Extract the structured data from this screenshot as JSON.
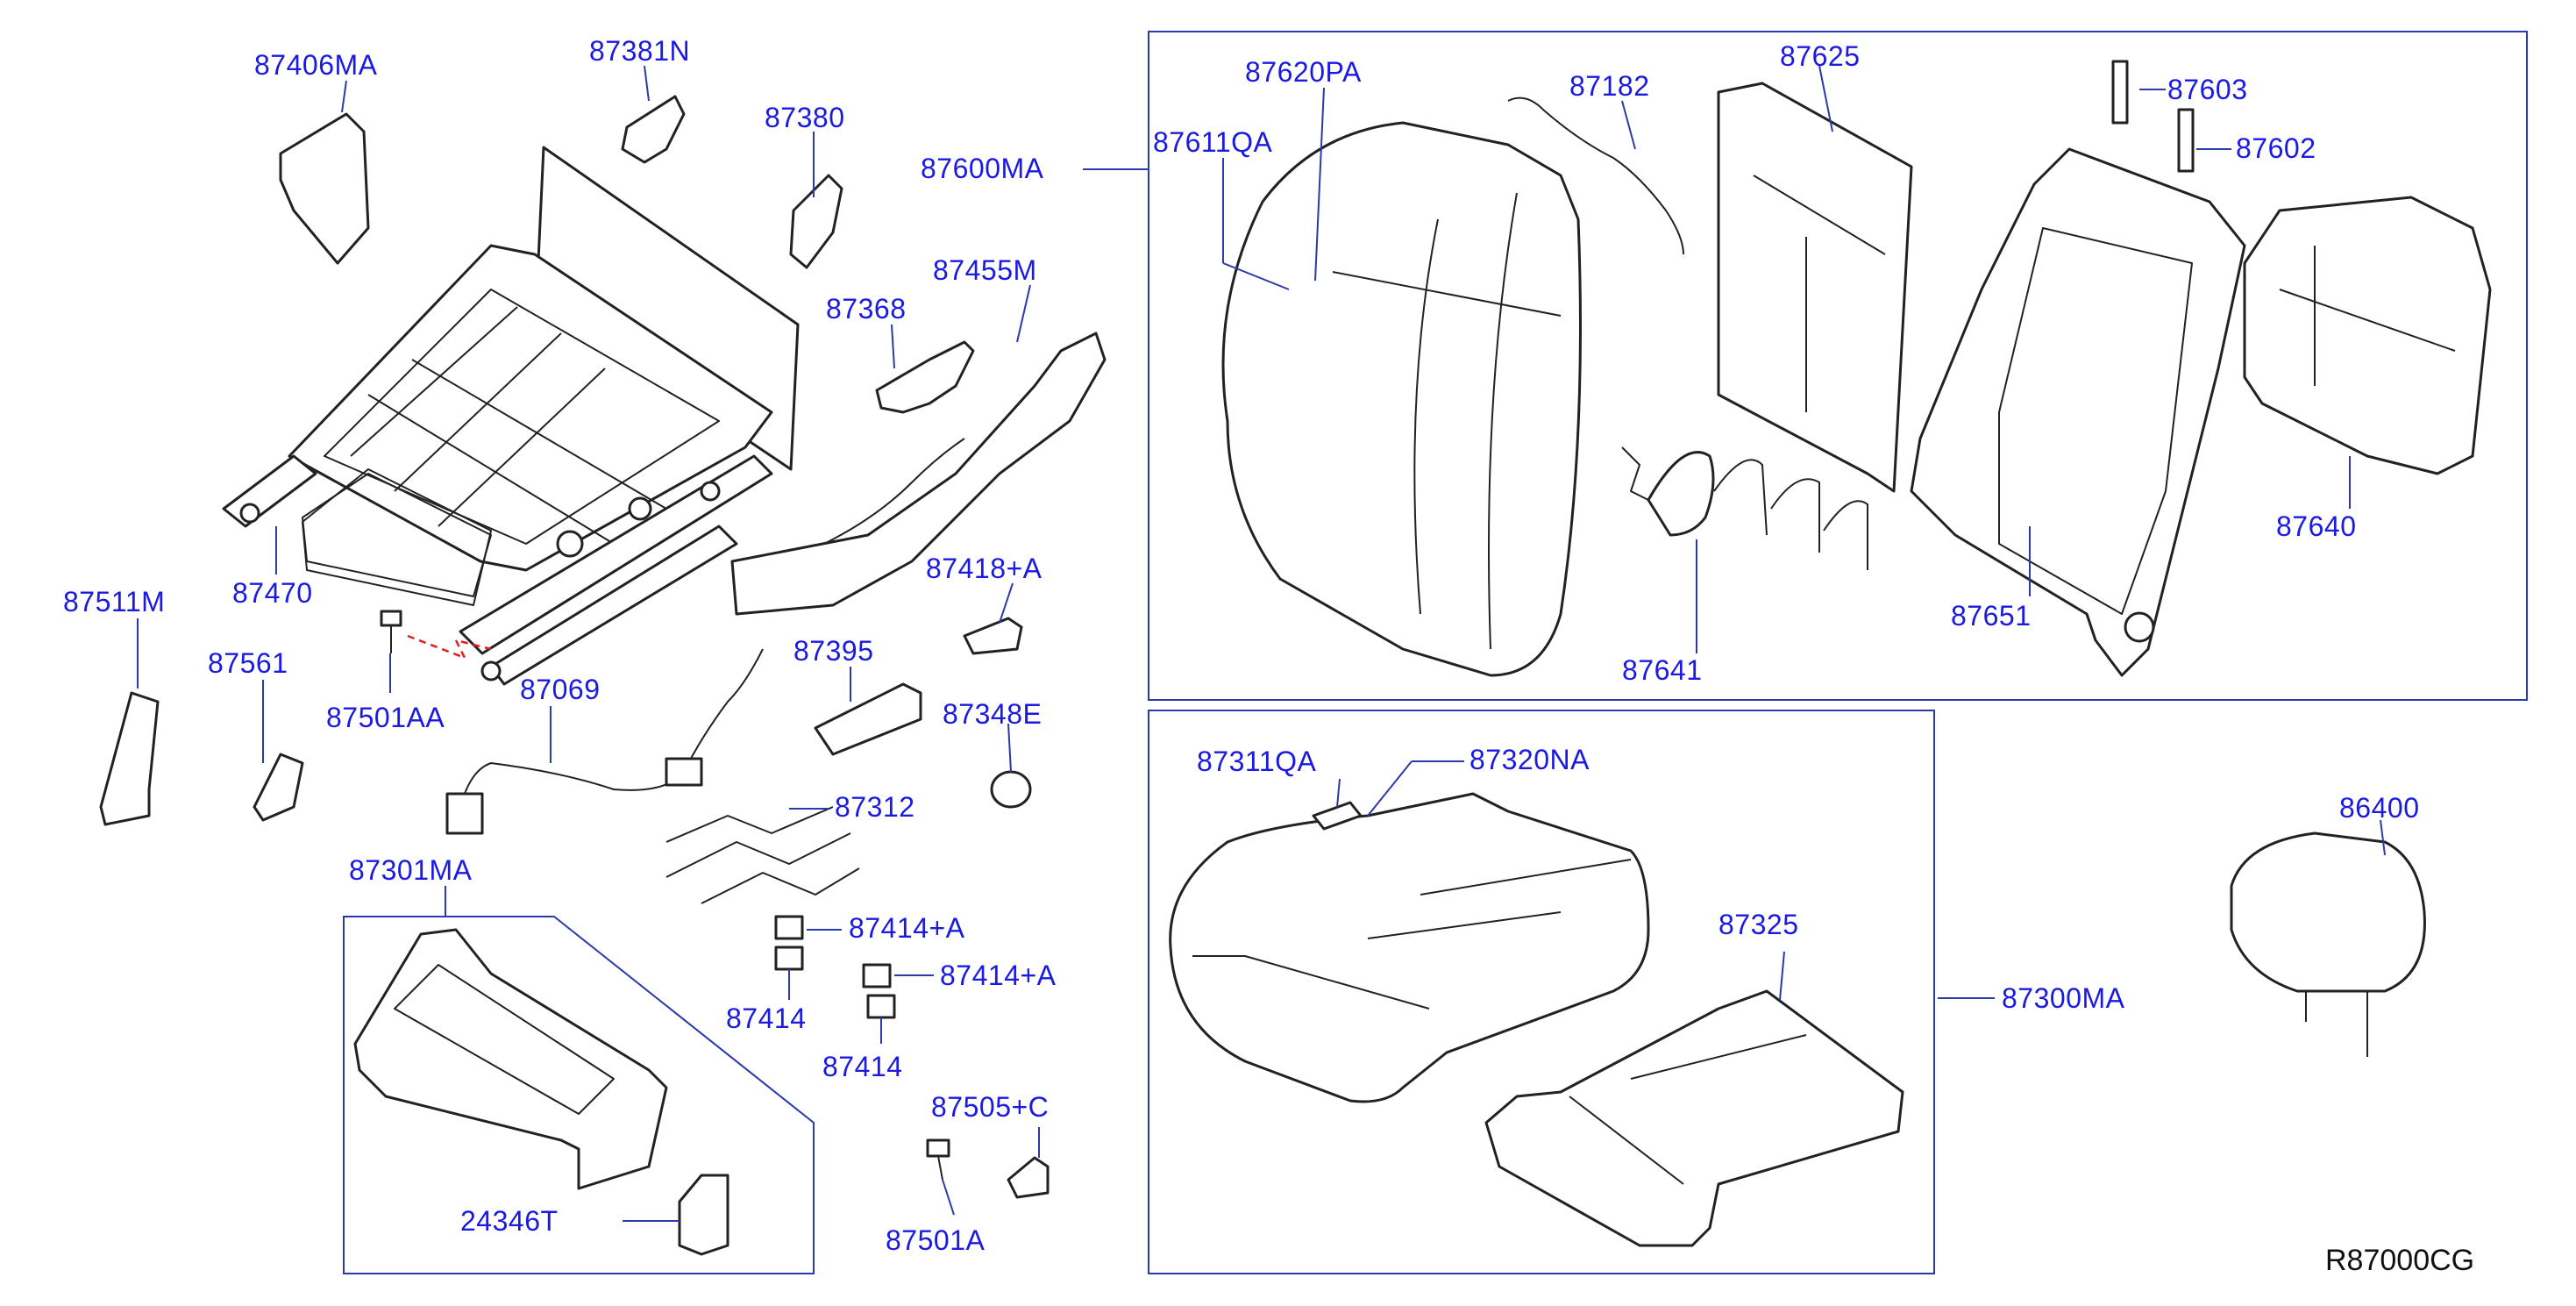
{
  "diagram_code": "R87000CG",
  "labels": {
    "p87406MA": "87406MA",
    "p87381N": "87381N",
    "p87380": "87380",
    "p87600MA": "87600MA",
    "p87611QA": "87611QA",
    "p87620PA": "87620PA",
    "p87182": "87182",
    "p87625": "87625",
    "p87603": "87603",
    "p87602": "87602",
    "p87455M": "87455M",
    "p87368": "87368",
    "p87470": "87470",
    "p87511M": "87511M",
    "p87561": "87561",
    "p87501AA": "87501AA",
    "p87069": "87069",
    "p87395": "87395",
    "p87418A": "87418+A",
    "p87348E": "87348E",
    "p87312": "87312",
    "p87641": "87641",
    "p87651": "87651",
    "p87640": "87640",
    "p87301MA": "87301MA",
    "p87414A_1": "87414+A",
    "p87414_1": "87414",
    "p87414A_2": "87414+A",
    "p87414_2": "87414",
    "p87505C": "87505+C",
    "p87501A": "87501A",
    "p24346T": "24346T",
    "p87311QA": "87311QA",
    "p87320NA": "87320NA",
    "p87325": "87325",
    "p87300MA": "87300MA",
    "p86400": "86400"
  }
}
